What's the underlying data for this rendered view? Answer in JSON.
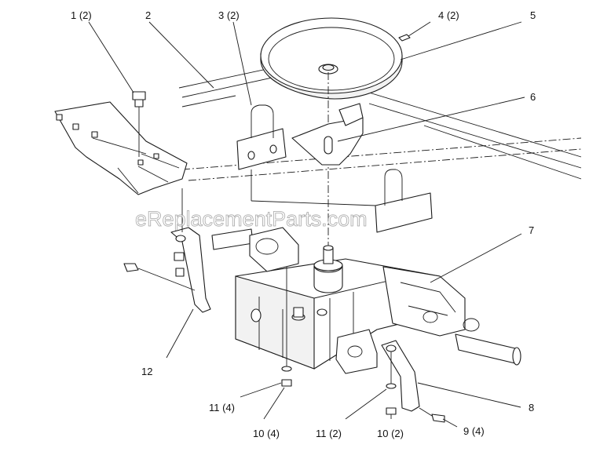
{
  "watermark": "eReplacementParts.com",
  "callouts": [
    {
      "id": "c1",
      "label": "1 (2)"
    },
    {
      "id": "c2",
      "label": "2"
    },
    {
      "id": "c3",
      "label": "3 (2)"
    },
    {
      "id": "c4",
      "label": "4 (2)"
    },
    {
      "id": "c5",
      "label": "5"
    },
    {
      "id": "c6",
      "label": "6"
    },
    {
      "id": "c7",
      "label": "7"
    },
    {
      "id": "c8",
      "label": "8"
    },
    {
      "id": "c9",
      "label": "9 (4)"
    },
    {
      "id": "c10a",
      "label": "10 (4)"
    },
    {
      "id": "c10b",
      "label": "10 (2)"
    },
    {
      "id": "c11a",
      "label": "11 (4)"
    },
    {
      "id": "c11b",
      "label": "11 (2)"
    },
    {
      "id": "c12",
      "label": "12"
    }
  ]
}
